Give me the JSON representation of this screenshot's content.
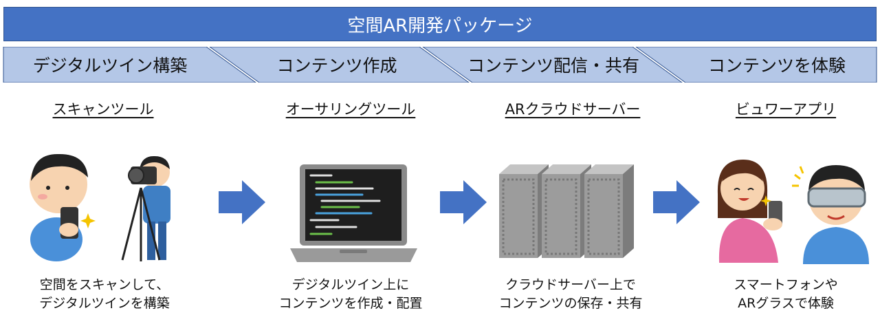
{
  "title": "空間AR開発パッケージ",
  "stages": [
    {
      "label": "デジタルツイン構築"
    },
    {
      "label": "コンテンツ作成"
    },
    {
      "label": "コンテンツ配信・共有"
    },
    {
      "label": "コンテンツを体験"
    }
  ],
  "tools": [
    {
      "title": "スキャンツール",
      "caption_line1": "空間をスキャンして、",
      "caption_line2": "デジタルツインを構築"
    },
    {
      "title": "オーサリングツール",
      "caption_line1": "デジタルツイン上に",
      "caption_line2": "コンテンツを作成・配置"
    },
    {
      "title": "ARクラウドサーバー",
      "caption_line1": "クラウドサーバー上で",
      "caption_line2": "コンテンツの保存・共有"
    },
    {
      "title": "ビュワーアプリ",
      "caption_line1": "スマートフォンや",
      "caption_line2": "ARグラスで体験"
    }
  ],
  "colors": {
    "title_bg": "#4472c4",
    "stage_bg": "#b4c7e7",
    "arrow": "#4472c4"
  }
}
